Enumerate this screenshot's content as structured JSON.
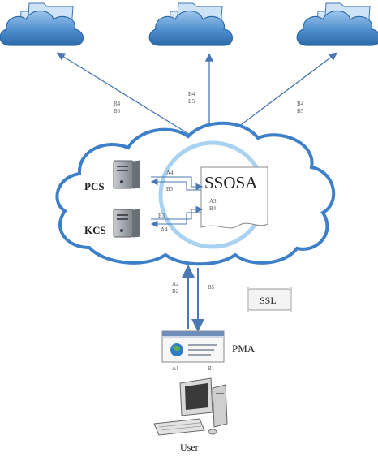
{
  "colors": {
    "cloud_fill": "#4f8fcf",
    "cloud_light": "#a9cdee",
    "cloud_dark": "#2c6aa8",
    "main_cloud_border": "#3d7fc8",
    "inner_circle": "#a8d2f0",
    "arrow": "#4a78b5",
    "text": "#222222",
    "label": "#555555"
  },
  "nodes": {
    "ssosa": "SSOSA",
    "pcs": "PCS",
    "kcs": "KCS",
    "pma": "PMA",
    "ssl": "SSL",
    "user": "User"
  },
  "labels": {
    "left_cloud_arrow": [
      "B4",
      "B5"
    ],
    "center_cloud_arrow": [
      "B4",
      "B5"
    ],
    "right_cloud_arrow": [
      "B4",
      "B5"
    ],
    "pcs_to_ssosa": "A4",
    "ssosa_to_pcs": "B3",
    "kcs_to_ssosa": "B3",
    "ssosa_to_kcs": "A4",
    "ssosa_doc": [
      "A3",
      "B4"
    ],
    "pma_up": [
      "A2",
      "B2"
    ],
    "pma_down": "B5",
    "pma_left": "A1",
    "pma_right": "B1"
  },
  "icons": {
    "cloud": "folder-cloud-icon",
    "server": "server-icon",
    "document": "document-icon",
    "browser": "browser-window-icon",
    "computer": "desktop-computer-icon",
    "lock": "ssl-badge-icon"
  }
}
